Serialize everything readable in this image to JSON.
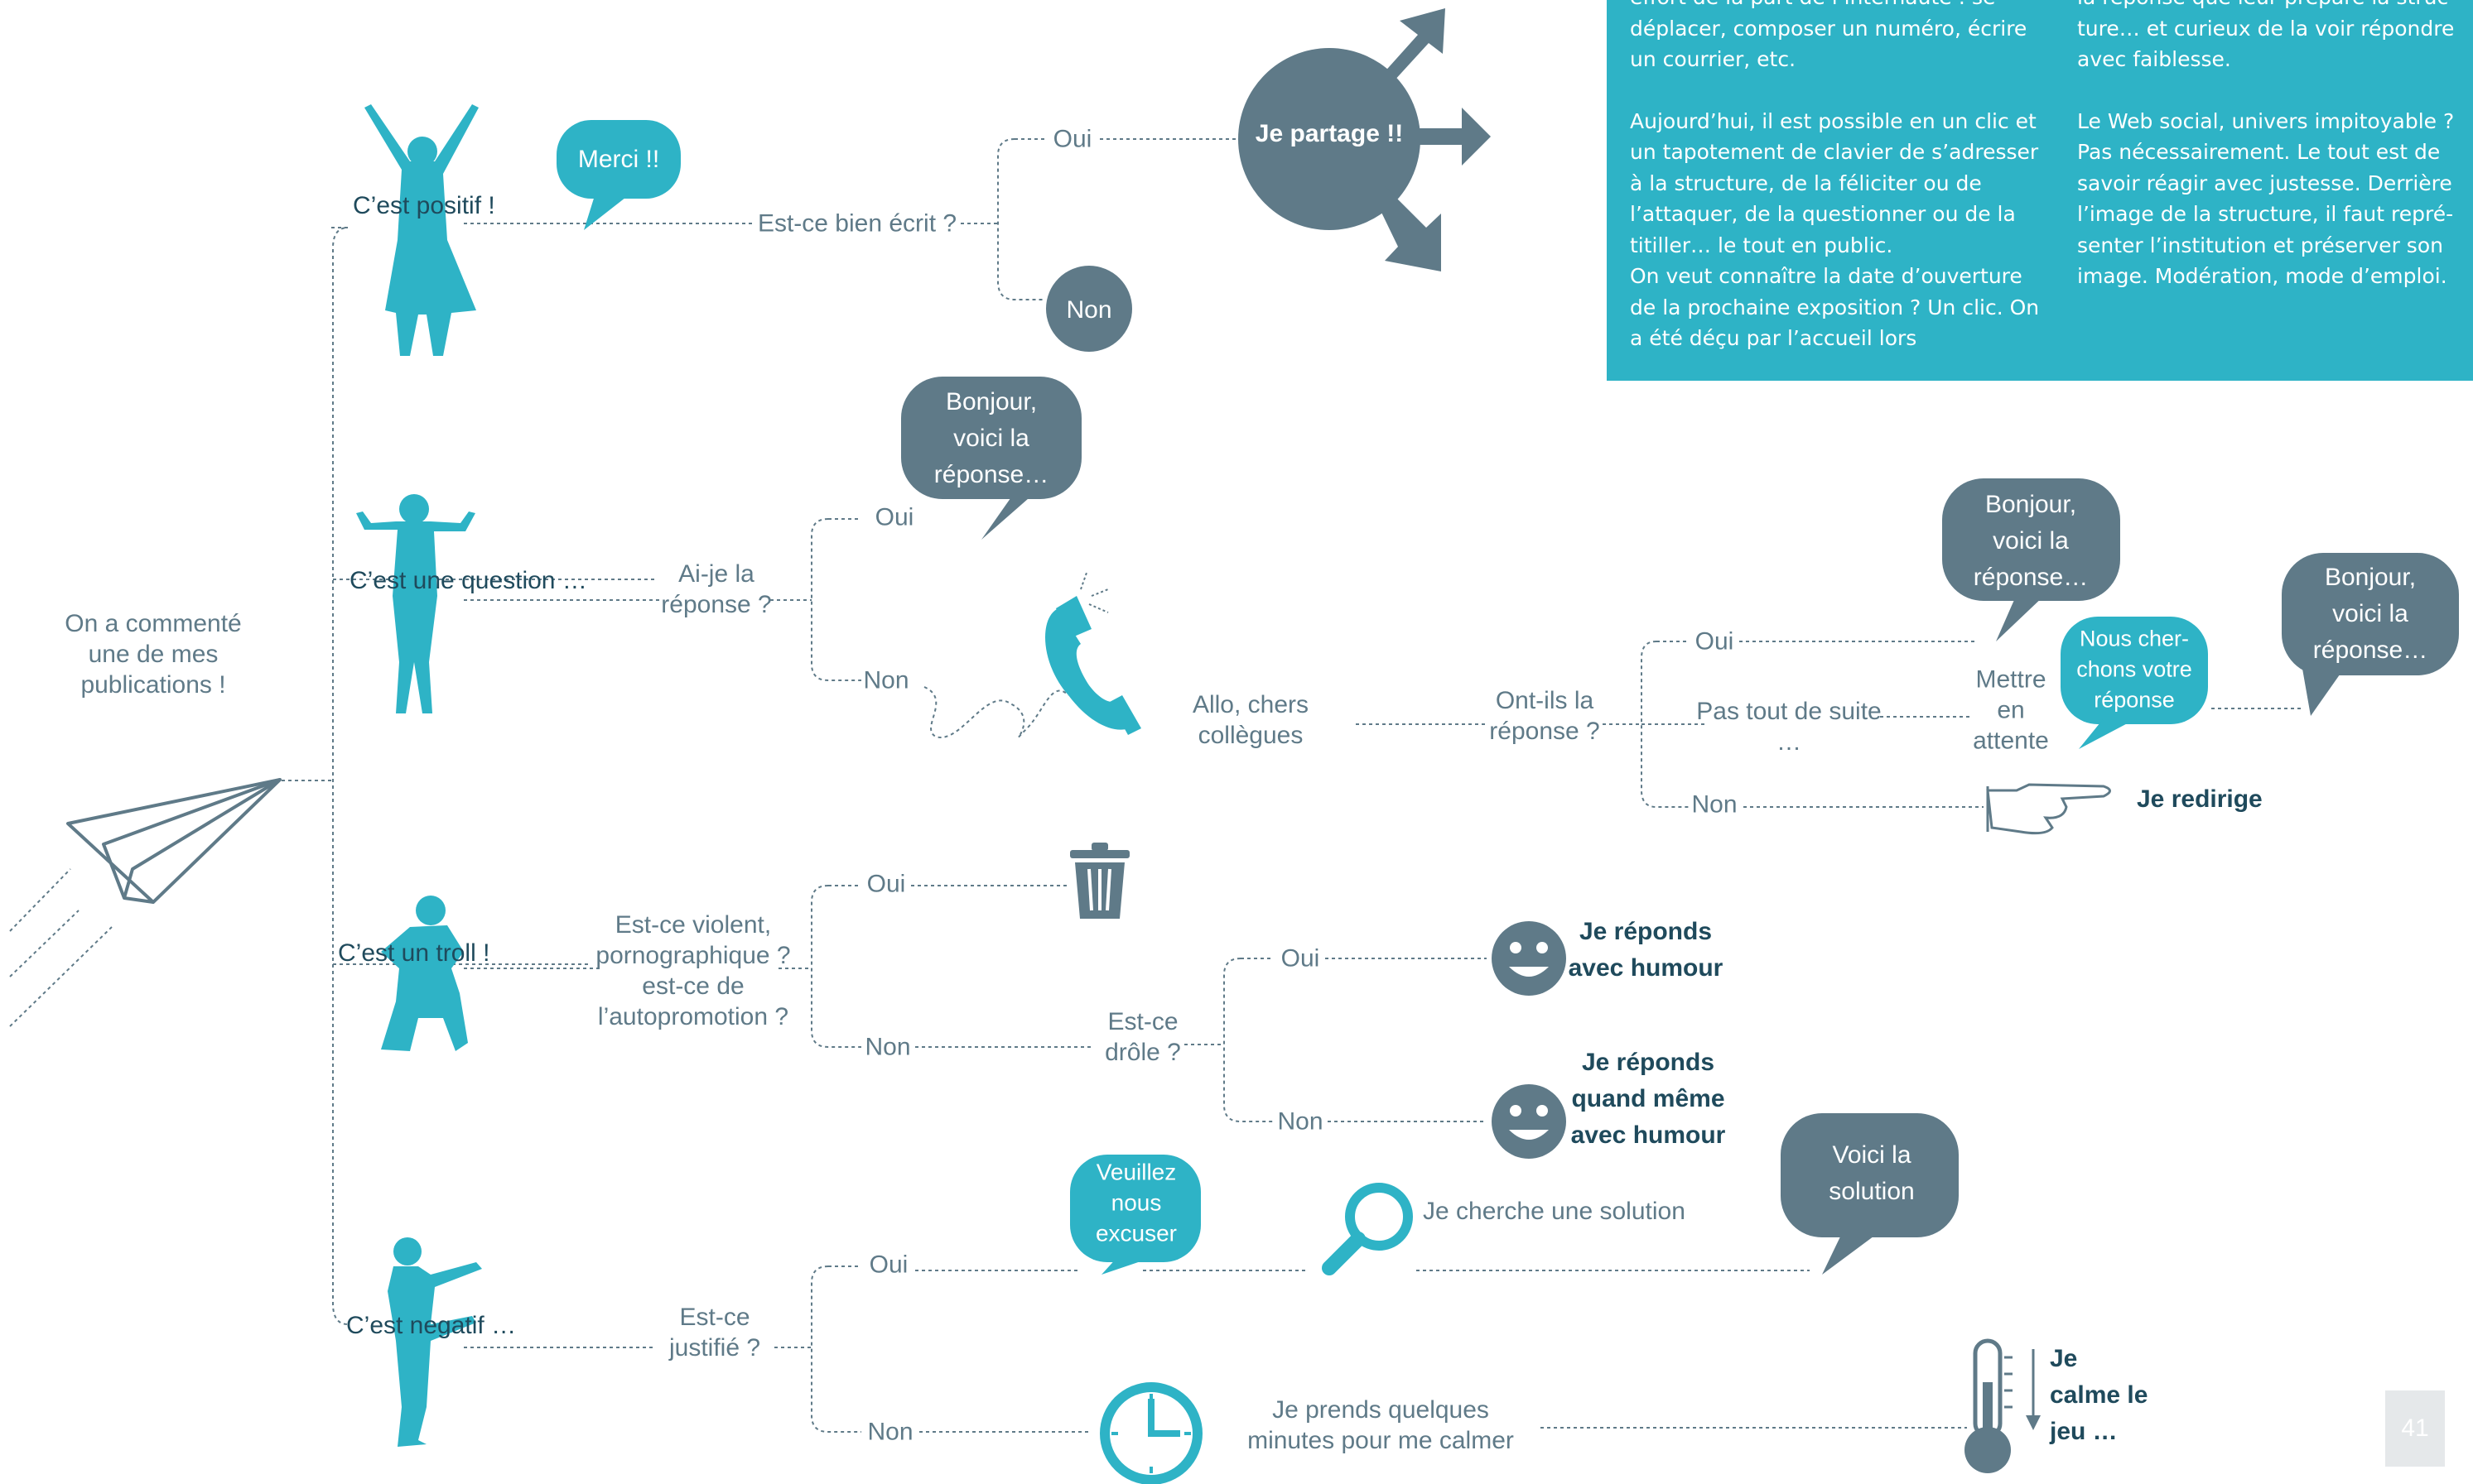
{
  "info_panel": {
    "left_col": {
      "p1": "effort de la part de l’internaute : se déplacer, composer un numéro, écrire un courrier, etc.",
      "p2": "Aujourd’hui, il est possible en un clic et un tapotement de clavier de s’adresser à la structure, de la féliciter ou de l’attaquer, de la questionner ou de la titiller… le tout en public.",
      "p3": "On veut connaître la date d’ouverture de la prochaine exposition ? Un clic. On a été déçu par l’accueil lors"
    },
    "right_col": {
      "p1": "la réponse que leur prépare la struc­ture… et curieux de la voir répondre avec faiblesse.",
      "p2": "Le Web social, univers impitoyable ? Pas nécessairement. Le tout est de savoir réagir avec justesse. Derrière l’image de la structure, il faut repré­senter l’institution et préserver son image. Modération, mode d’emploi."
    }
  },
  "start": {
    "label": "On a commenté une de mes publications !"
  },
  "categories": {
    "positive": "C’est positif !",
    "question": "C’est une question …",
    "troll": "C’est un troll !",
    "negative": "C’est negatif …"
  },
  "questions": {
    "well_written": "Est-ce bien écrit ?",
    "have_answer": "Ai-je la réponse ?",
    "violent": "Est-ce violent, porno­graphique ? est-ce de l’autopromotion ?",
    "funny": "Est-ce drôle ?",
    "justified": "Est-ce justifié ?",
    "colleagues_answer": "Ont-ils la réponse ?"
  },
  "branches": {
    "yes": "Oui",
    "no": "Non",
    "not_now": "Pas tout de suite …"
  },
  "bubbles": {
    "merci": "Merci !!",
    "partage": "Je partage !!",
    "non_circle": "Non",
    "bonjour": "Bonjour, voici la réponse…",
    "nous_cherchons": "Nous cher­chons votre réponse",
    "veuillez": "Veuillez nous excuser",
    "voici_solution": "Voici la solution"
  },
  "actions": {
    "allo": "Allo, chers collègues",
    "mettre_attente": "Mettre en attente",
    "redirige": "Je redirige",
    "humour": "Je réponds avec humour",
    "humour_meme": "Je réponds quand même avec humour",
    "cherche": "Je cherche une solution",
    "calmer": "Je prends quelques minutes pour me calmer",
    "calme_jeu": "Je calme le jeu …"
  },
  "page_number": "41",
  "colors": {
    "teal": "#2eb3c6",
    "slate": "#5f7a88",
    "dark": "#1f4a5c"
  }
}
